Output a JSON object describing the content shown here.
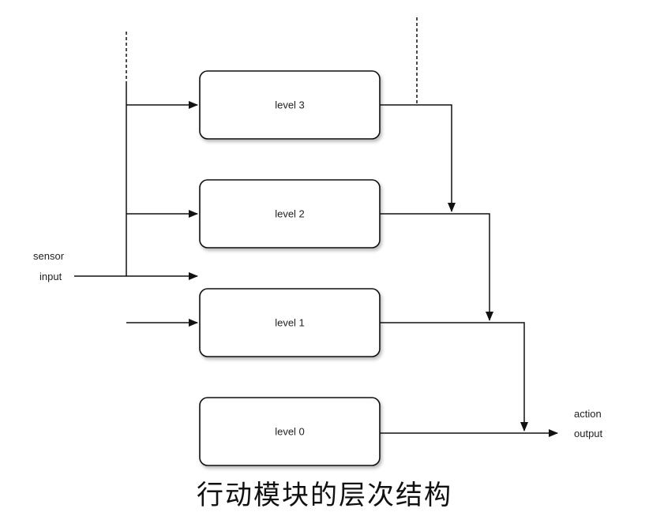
{
  "levels": [
    "level 3",
    "level 2",
    "level 1",
    "level 0"
  ],
  "input_label": [
    "sensor",
    "input"
  ],
  "output_label": [
    "action",
    "output"
  ],
  "caption": "行动模块的层次结构"
}
